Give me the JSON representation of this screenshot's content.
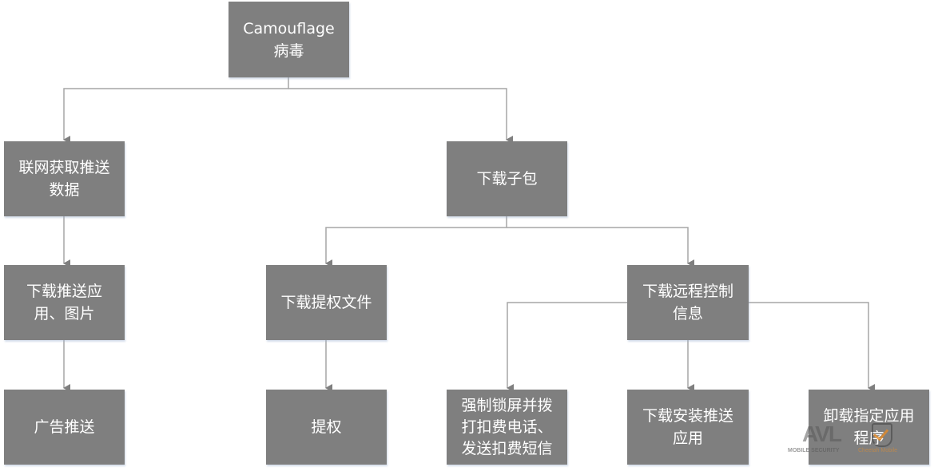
{
  "diagram": {
    "type": "tree-flowchart",
    "colors": {
      "node_fill": "#7f7f7f",
      "node_text": "#ffffff",
      "connector": "#a6a6a6",
      "arrow": "#7f7f7f"
    },
    "nodes": {
      "root": {
        "label": "Camouflage病毒"
      },
      "fetch_push_data": {
        "label": "联网获取推送数据"
      },
      "download_subpackage": {
        "label": "下载子包"
      },
      "download_push_apps_images": {
        "label": "下载推送应用、图片"
      },
      "download_privilege_files": {
        "label": "下载提权文件"
      },
      "download_remote_control_info": {
        "label": "下载远程控制信息"
      },
      "ad_push": {
        "label": "广告推送"
      },
      "privilege_escalation": {
        "label": "提权"
      },
      "force_lock_call_sms": {
        "label": "强制锁屏并拨打扣费电话、发送扣费短信"
      },
      "download_install_push_apps": {
        "label": "下载安装推送应用"
      },
      "uninstall_specified_apps": {
        "label": "卸载指定应用程序"
      }
    },
    "edges": [
      [
        "root",
        "fetch_push_data"
      ],
      [
        "root",
        "download_subpackage"
      ],
      [
        "fetch_push_data",
        "download_push_apps_images"
      ],
      [
        "download_push_apps_images",
        "ad_push"
      ],
      [
        "download_subpackage",
        "download_privilege_files"
      ],
      [
        "download_subpackage",
        "download_remote_control_info"
      ],
      [
        "download_privilege_files",
        "privilege_escalation"
      ],
      [
        "download_remote_control_info",
        "force_lock_call_sms"
      ],
      [
        "download_remote_control_info",
        "download_install_push_apps"
      ],
      [
        "download_remote_control_info",
        "uninstall_specified_apps"
      ]
    ]
  },
  "watermark": {
    "brand1": "AVL",
    "brand1_sub": "MOBILE SECURITY",
    "brand2": "Cheetah Mobile"
  }
}
